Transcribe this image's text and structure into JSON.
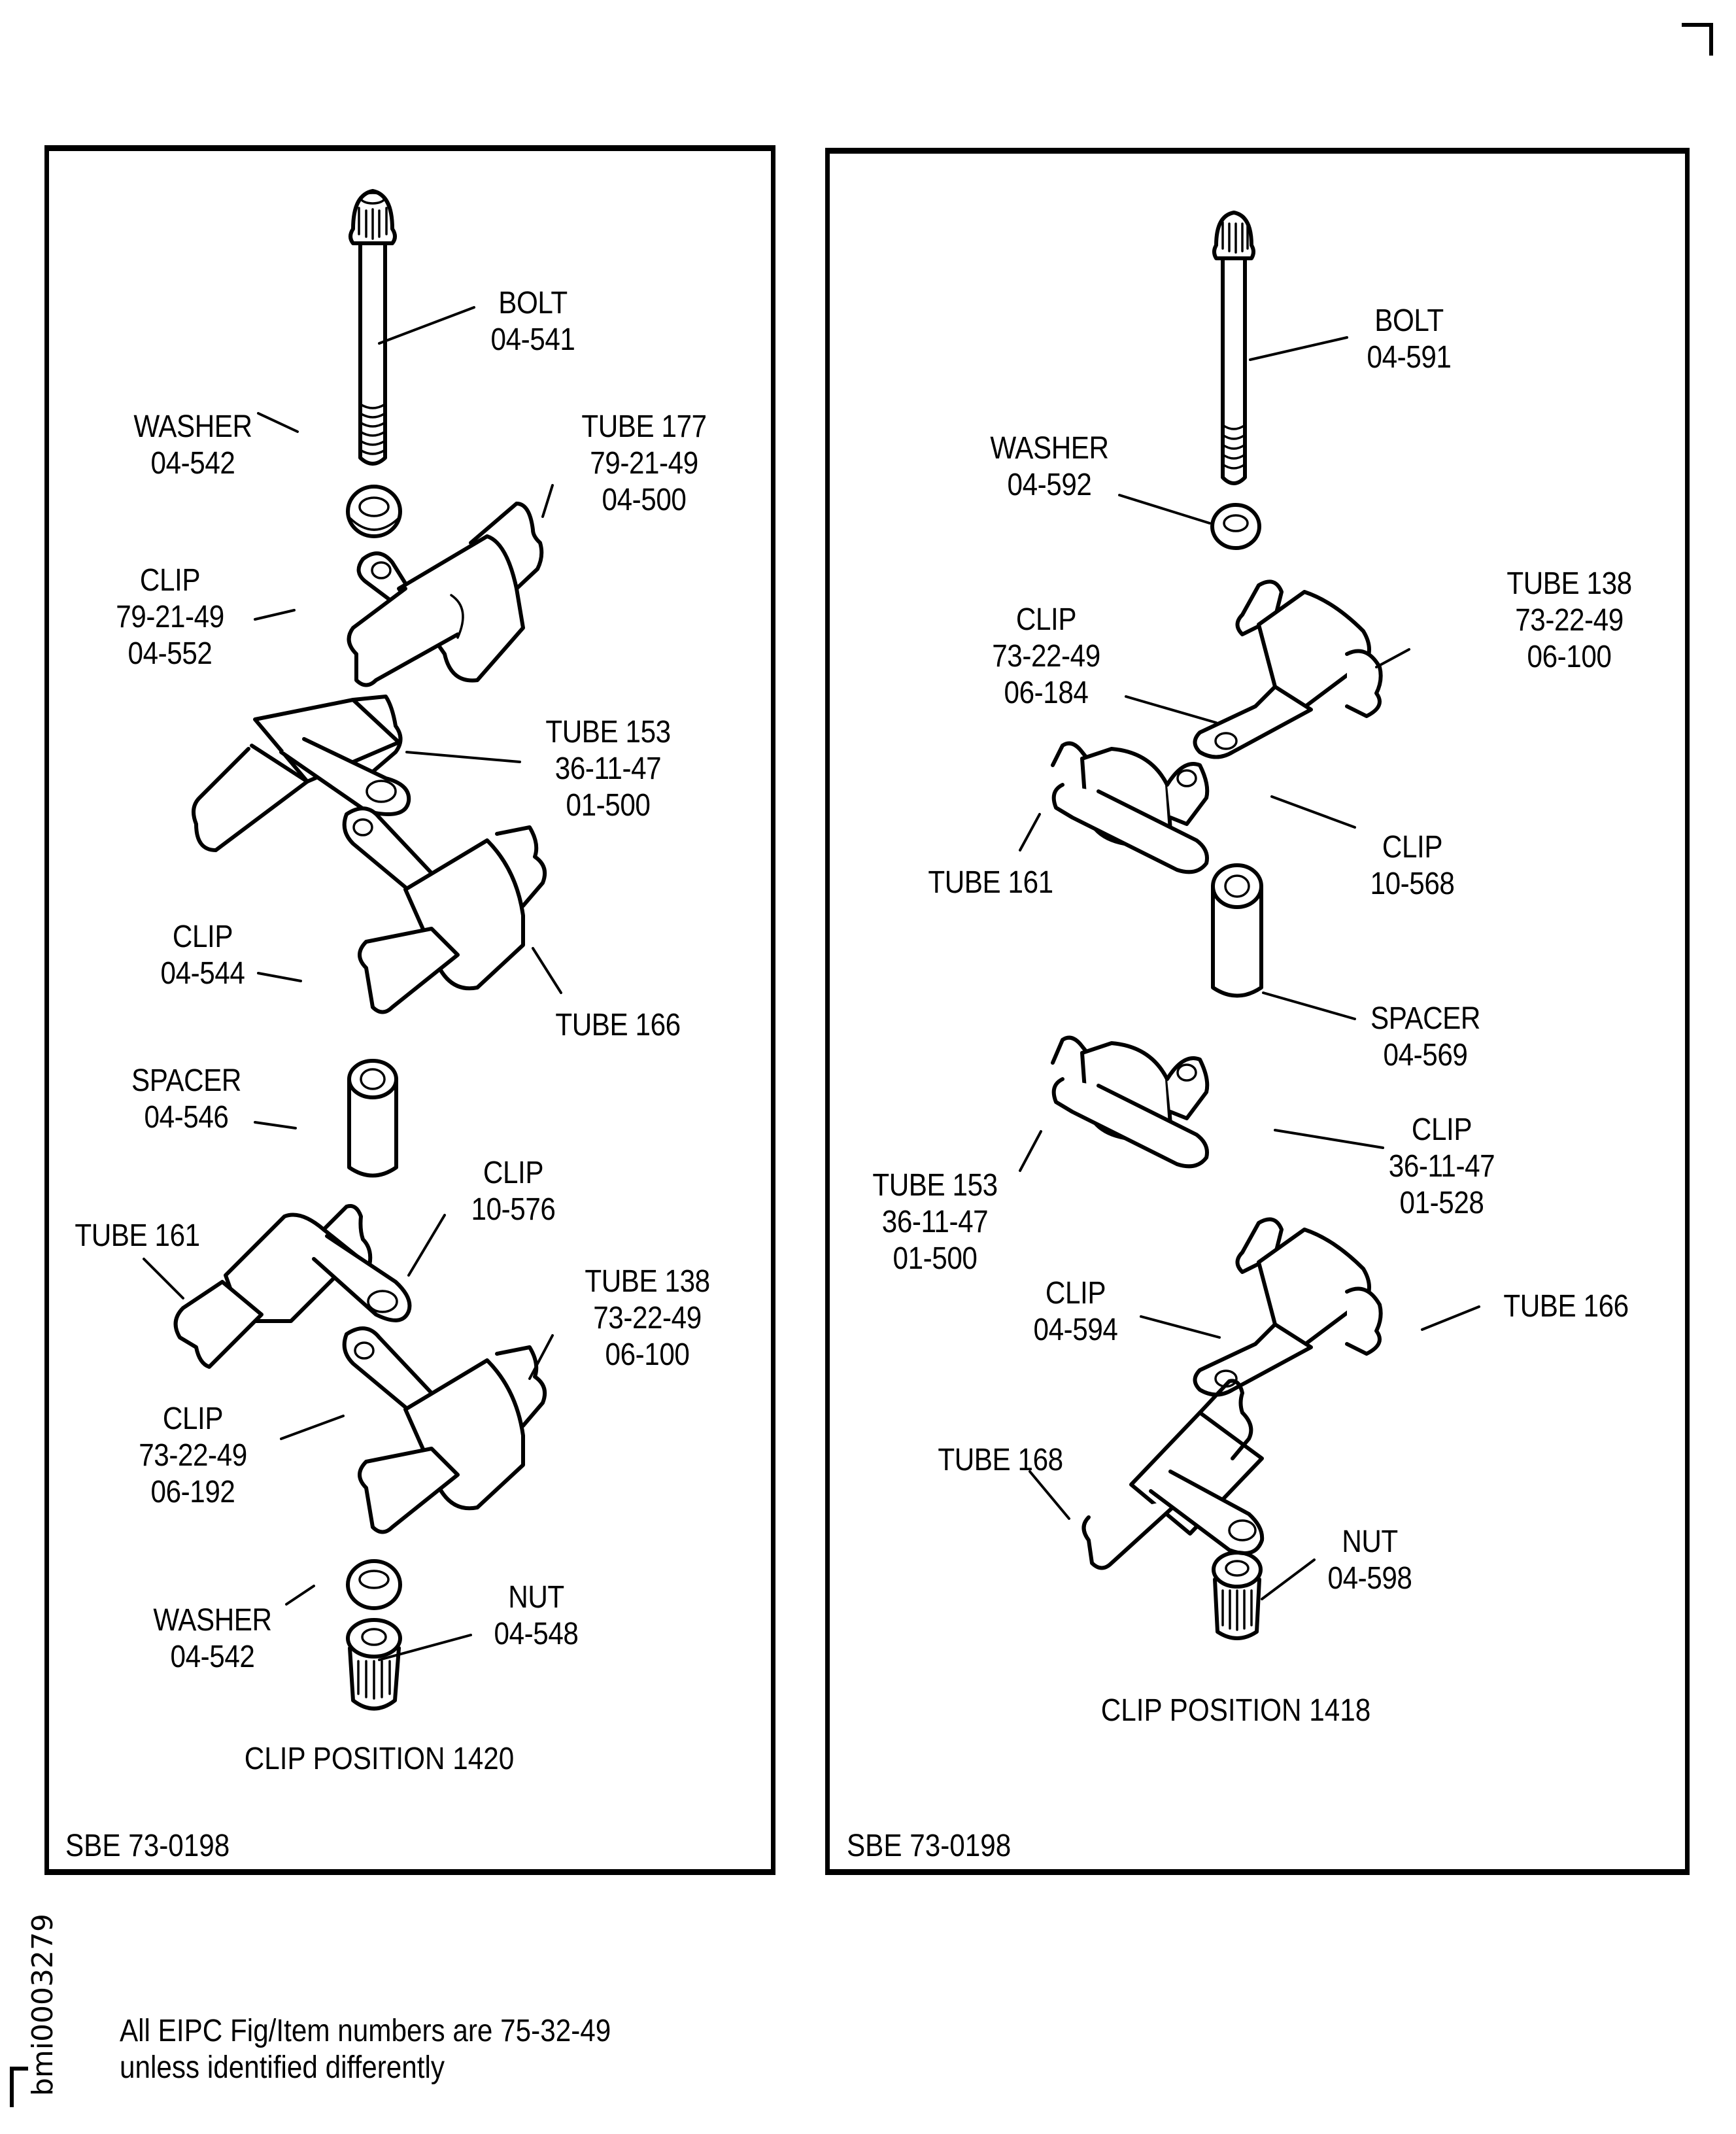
{
  "document": {
    "figure_id": "bmi0003279",
    "note_lines": [
      "All EIPC Fig/Item numbers are 75-32-49",
      "unless identified differently"
    ]
  },
  "panels": [
    {
      "id": "left",
      "caption": "CLIP POSITION 1420",
      "reference": "SBE 73-0198",
      "parts": [
        {
          "name": "BOLT",
          "lines": [
            "BOLT",
            "04-541"
          ]
        },
        {
          "name": "WASHER",
          "lines": [
            "WASHER",
            "04-542"
          ]
        },
        {
          "name": "TUBE 177",
          "lines": [
            "TUBE 177",
            "79-21-49",
            "04-500"
          ]
        },
        {
          "name": "CLIP",
          "lines": [
            "CLIP",
            "79-21-49",
            "04-552"
          ]
        },
        {
          "name": "TUBE 153",
          "lines": [
            "TUBE 153",
            "36-11-47",
            "01-500"
          ]
        },
        {
          "name": "CLIP",
          "lines": [
            "CLIP",
            "04-544"
          ]
        },
        {
          "name": "TUBE 166",
          "lines": [
            "TUBE 166"
          ]
        },
        {
          "name": "SPACER",
          "lines": [
            "SPACER",
            "04-546"
          ]
        },
        {
          "name": "CLIP",
          "lines": [
            "CLIP",
            "10-576"
          ]
        },
        {
          "name": "TUBE 161",
          "lines": [
            "TUBE 161"
          ]
        },
        {
          "name": "TUBE 138",
          "lines": [
            "TUBE 138",
            "73-22-49",
            "06-100"
          ]
        },
        {
          "name": "CLIP",
          "lines": [
            "CLIP",
            "73-22-49",
            "06-192"
          ]
        },
        {
          "name": "WASHER",
          "lines": [
            "WASHER",
            "04-542"
          ]
        },
        {
          "name": "NUT",
          "lines": [
            "NUT",
            "04-548"
          ]
        }
      ]
    },
    {
      "id": "right",
      "caption": "CLIP POSITION 1418",
      "reference": "SBE 73-0198",
      "parts": [
        {
          "name": "BOLT",
          "lines": [
            "BOLT",
            "04-591"
          ]
        },
        {
          "name": "WASHER",
          "lines": [
            "WASHER",
            "04-592"
          ]
        },
        {
          "name": "CLIP",
          "lines": [
            "CLIP",
            "73-22-49",
            "06-184"
          ]
        },
        {
          "name": "TUBE 138",
          "lines": [
            "TUBE 138",
            "73-22-49",
            "06-100"
          ]
        },
        {
          "name": "TUBE 161",
          "lines": [
            "TUBE 161"
          ]
        },
        {
          "name": "CLIP",
          "lines": [
            "CLIP",
            "10-568"
          ]
        },
        {
          "name": "SPACER",
          "lines": [
            "SPACER",
            "04-569"
          ]
        },
        {
          "name": "CLIP",
          "lines": [
            "CLIP",
            "36-11-47",
            "01-528"
          ]
        },
        {
          "name": "TUBE 153",
          "lines": [
            "TUBE 153",
            "36-11-47",
            "01-500"
          ]
        },
        {
          "name": "CLIP",
          "lines": [
            "CLIP",
            "04-594"
          ]
        },
        {
          "name": "TUBE 166",
          "lines": [
            "TUBE 166"
          ]
        },
        {
          "name": "TUBE 168",
          "lines": [
            "TUBE 168"
          ]
        },
        {
          "name": "NUT",
          "lines": [
            "NUT",
            "04-598"
          ]
        }
      ]
    }
  ]
}
